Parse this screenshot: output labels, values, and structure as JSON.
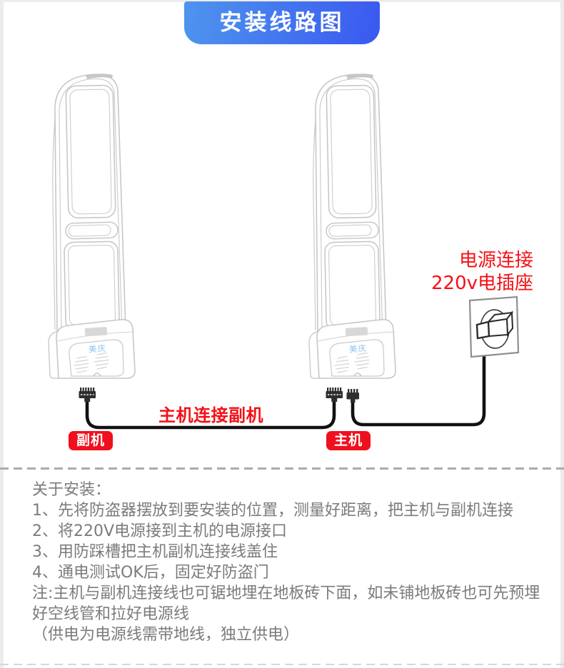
{
  "header": {
    "title": "安装线路图"
  },
  "diagram": {
    "power_label": {
      "line1": "电源连接",
      "line2": "220v电插座"
    },
    "cable_label": "主机连接副机",
    "badges": {
      "secondary": "副机",
      "main": "主机"
    },
    "brand": "美庆"
  },
  "colors": {
    "accent_red": "#f51015",
    "banner_gradient_start": "#4e95ee",
    "banner_gradient_end": "#3a58f0",
    "cable_black": "#111111"
  },
  "instructions": {
    "heading": "关于安装：",
    "steps": [
      "1、先将防盗器摆放到要安装的位置，测量好距离，把主机与副机连接",
      "2、将220V电源接到主机的电源接口",
      "3、用防踩槽把主机副机连接线盖住",
      "4、通电测试OK后，固定好防盗门"
    ],
    "note": "注:主机与副机连接线也可锯地埋在地板砖下面，如未铺地板砖也可先预埋好空线管和拉好电源线",
    "note_sub": "（供电为电源线需带地线，独立供电）"
  }
}
